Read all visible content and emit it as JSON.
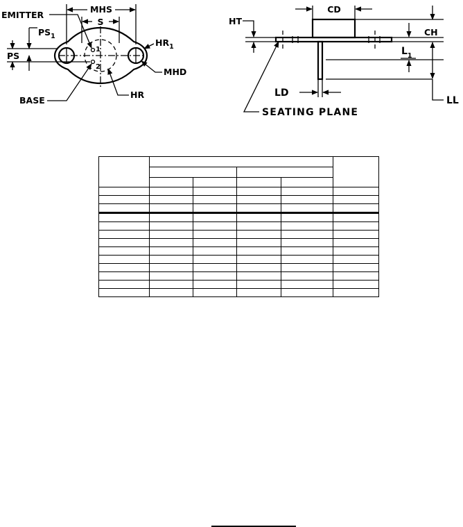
{
  "top_view": {
    "labels": {
      "emitter": "EMITTER",
      "mhs": "MHS",
      "s": "S",
      "ps1_main": "PS",
      "ps1_sub": "1",
      "ps": "PS",
      "hr1_main": "HR",
      "hr1_sub": "1",
      "mhd": "MHD",
      "base": "BASE",
      "hr": "HR",
      "pin1": "1",
      "pin2": "2"
    }
  },
  "side_view": {
    "labels": {
      "ht": "HT",
      "cd": "CD",
      "ch": "CH",
      "l1_main": "L",
      "l1_sub": "1",
      "ld": "LD",
      "ll": "LL",
      "seating_plane": "SEATING PLANE"
    }
  },
  "table": {
    "header_rows": 3,
    "body_rows": 13,
    "columns": 6
  }
}
